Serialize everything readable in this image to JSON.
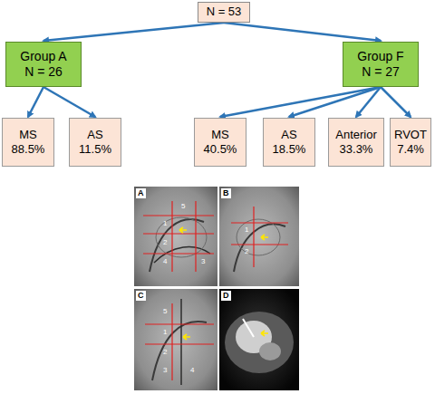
{
  "diagram": {
    "nodes": [
      {
        "text": [
          "N = 53"
        ]
      },
      {
        "text": [
          "Group A",
          "N = 26"
        ]
      },
      {
        "text": [
          "Group F",
          "N = 27"
        ]
      },
      {
        "text": [
          "MS",
          "88.5%"
        ]
      },
      {
        "text": [
          "AS",
          "11.5%"
        ]
      },
      {
        "text": [
          "MS",
          "40.5%"
        ]
      },
      {
        "text": [
          "AS",
          "18.5%"
        ]
      },
      {
        "text": [
          "Anterior",
          "33.3%"
        ]
      },
      {
        "text": [
          "RVOT",
          "7.4%"
        ]
      }
    ],
    "edges": [
      {
        "from": 0,
        "to": 1,
        "arrow": "to"
      },
      {
        "from": 0,
        "to": 2,
        "arrow": "to"
      },
      {
        "from": 1,
        "to": 3,
        "arrow": "to"
      },
      {
        "from": 1,
        "to": 4,
        "arrow": "to"
      },
      {
        "from": 2,
        "to": 5,
        "arrow": "to"
      },
      {
        "from": 2,
        "to": 6,
        "arrow": "to"
      },
      {
        "from": 2,
        "to": 7,
        "arrow": "to"
      },
      {
        "from": 2,
        "to": 8,
        "arrow": "to"
      }
    ],
    "labels": [
      "A",
      "5",
      "1",
      "2",
      "4",
      "3",
      "B",
      "1",
      "2",
      "C",
      "5",
      "1",
      "2",
      "3",
      "4",
      "D"
    ]
  }
}
